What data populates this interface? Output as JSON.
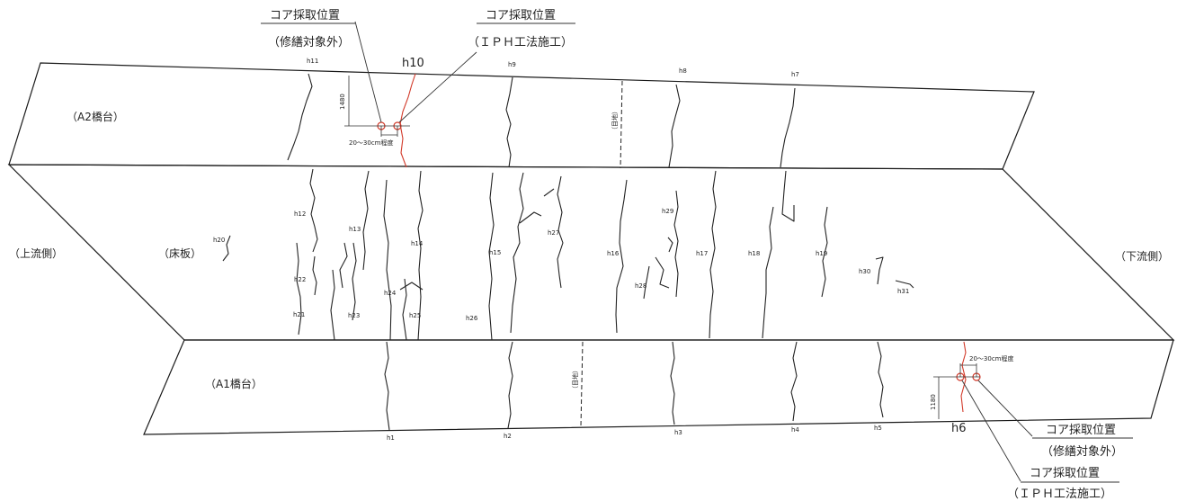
{
  "regions": {
    "a2": "（A2橋台）",
    "deck": "（床板）",
    "a1": "（A1橋台）",
    "upstream": "（上流側）",
    "downstream": "（下流側）"
  },
  "callouts": {
    "top_left": {
      "line1": "コア採取位置",
      "line2": "（修繕対象外）"
    },
    "top_right": {
      "line1": "コア採取位置",
      "line2": "（ＩＰＨ工法施工）"
    },
    "bottom_right": {
      "line1": "コア採取位置",
      "line2": "（修繕対象外）"
    },
    "bottom_center": {
      "line1": "コア採取位置",
      "line2": "（ＩＰＨ工法施工）"
    }
  },
  "dimensions": {
    "top_height": "1480",
    "top_spacing": "20～30cm程度",
    "bottom_height": "1180",
    "bottom_spacing": "20～30cm程度",
    "joint_label": "（目地）"
  },
  "crack_labels": {
    "h1": "h1",
    "h2": "h2",
    "h3": "h3",
    "h4": "h4",
    "h5": "h5",
    "h6": "h6",
    "h7": "h7",
    "h8": "h8",
    "h9": "h9",
    "h10": "h10",
    "h11": "h11",
    "h12": "h12",
    "h13": "h13",
    "h14": "h14",
    "h15": "h15",
    "h16": "h16",
    "h17": "h17",
    "h18": "h18",
    "h19": "h19",
    "h20": "h20",
    "h21": "h21",
    "h22": "h22",
    "h23": "h23",
    "h24": "h24",
    "h25": "h25",
    "h26": "h26",
    "h27": "h27",
    "h28": "h28",
    "h29": "h29",
    "h30": "h30",
    "h31": "h31"
  }
}
